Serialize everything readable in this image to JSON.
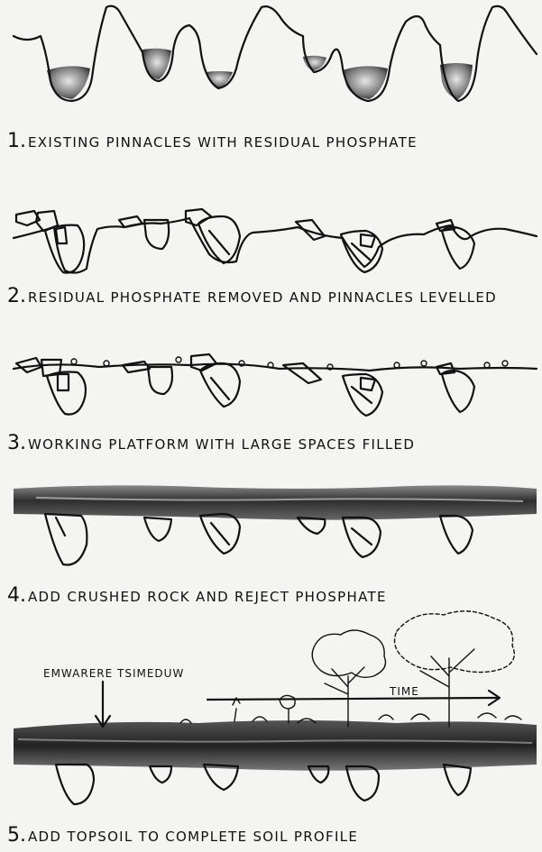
{
  "steps": [
    {
      "num": "1.",
      "text": "EXISTING PINNACLES WITH RESIDUAL PHOSPHATE"
    },
    {
      "num": "2.",
      "text": "RESIDUAL PHOSPHATE REMOVED AND PINNACLES LEVELLED"
    },
    {
      "num": "3.",
      "text": "WORKING PLATFORM WITH LARGE SPACES FILLED"
    },
    {
      "num": "4.",
      "text": "ADD CRUSHED ROCK AND REJECT PHOSPHATE"
    },
    {
      "num": "5.",
      "text": "ADD TOPSOIL TO COMPLETE SOIL PROFILE"
    }
  ],
  "annotations": {
    "label_5": "EMWARERE TSIMEDUW",
    "time": "TIME"
  },
  "colors": {
    "ink": "#111111",
    "paper": "#f4f4f2",
    "phosphate": "#555555",
    "soil": "#3a3a3a"
  }
}
